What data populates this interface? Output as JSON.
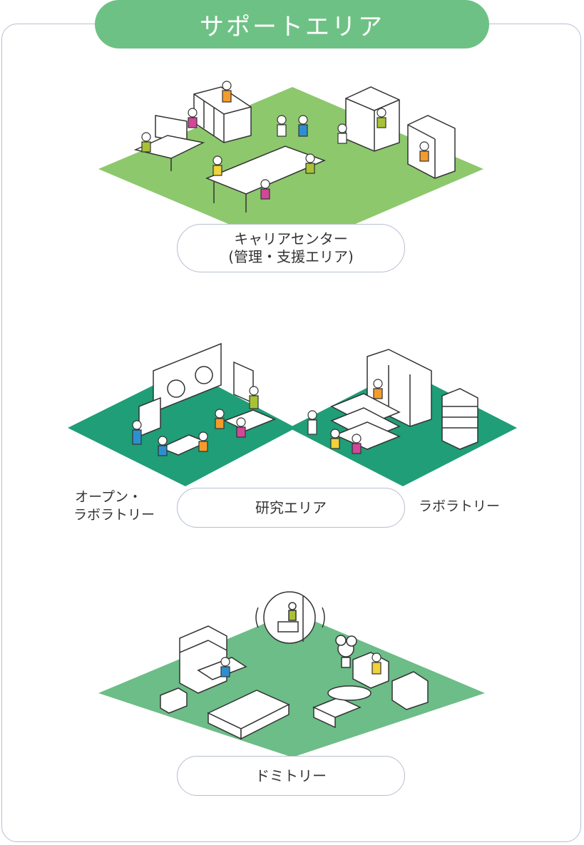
{
  "header": {
    "title": "サポートエリア"
  },
  "areas": {
    "career": {
      "line1": "キャリアセンター",
      "line2": "(管理・支援エリア)"
    },
    "research": {
      "label": "研究エリア",
      "left_line1": "オープン・",
      "left_line2": "ラボラトリー",
      "right": "ラボラトリー"
    },
    "dormitory": {
      "label": "ドミトリー"
    }
  },
  "colors": {
    "title_green": "#6ec184",
    "career_floor": "#8dc86d",
    "research_floor": "#1f9e77",
    "dorm_floor": "#6cbd87",
    "border": "#b7bfcf"
  }
}
